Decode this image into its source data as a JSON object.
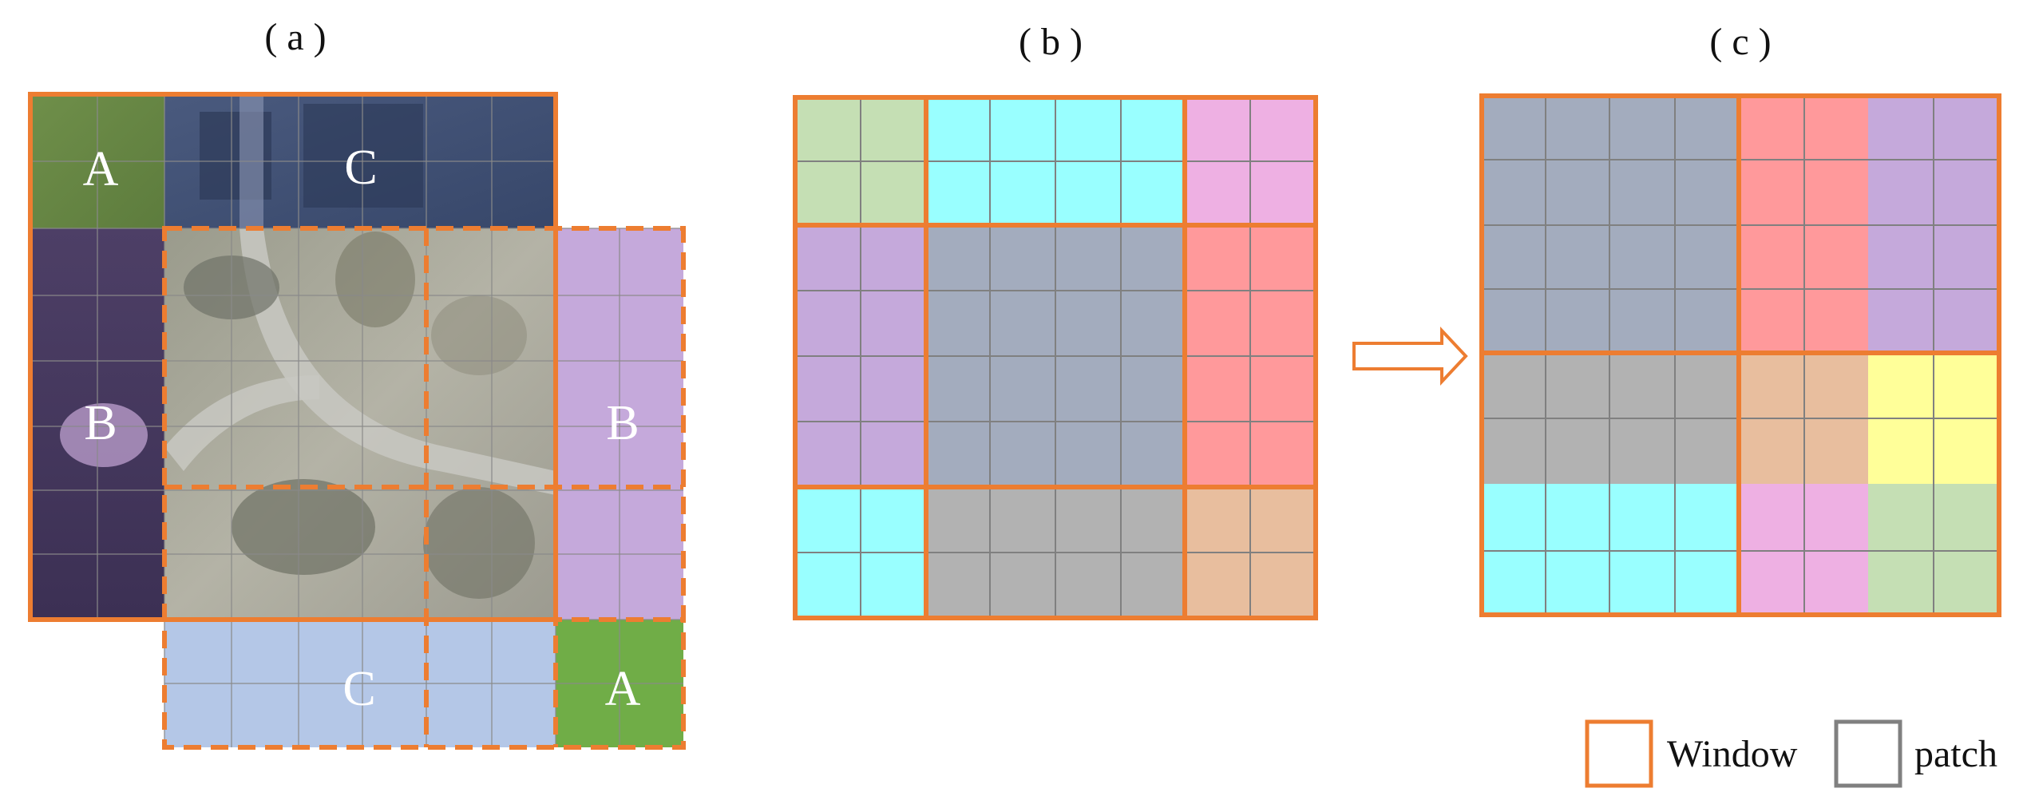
{
  "panels": [
    {
      "id": "a",
      "label": "( a )"
    },
    {
      "id": "b",
      "label": "( b )"
    },
    {
      "id": "c",
      "label": "( c )"
    }
  ],
  "panel_a": {
    "region_labels": [
      "A",
      "C",
      "B",
      "B",
      "C",
      "A"
    ]
  },
  "legend": {
    "window_label": "Window",
    "patch_label": "patch"
  },
  "colors": {
    "window_border": "#ed7d31",
    "patch_border": "#808080",
    "green_light": "#c5dfb4",
    "cyan": "#99ffff",
    "pink": "#eeb0e3",
    "purple": "#c5a9db",
    "slate": "#a3acbe",
    "red": "#ff999b",
    "gray": "#b2b2b2",
    "peach": "#e8be9e",
    "yellow": "#ffff99",
    "blue_light": "#b4c7e7",
    "green_dark": "#70ad47"
  }
}
